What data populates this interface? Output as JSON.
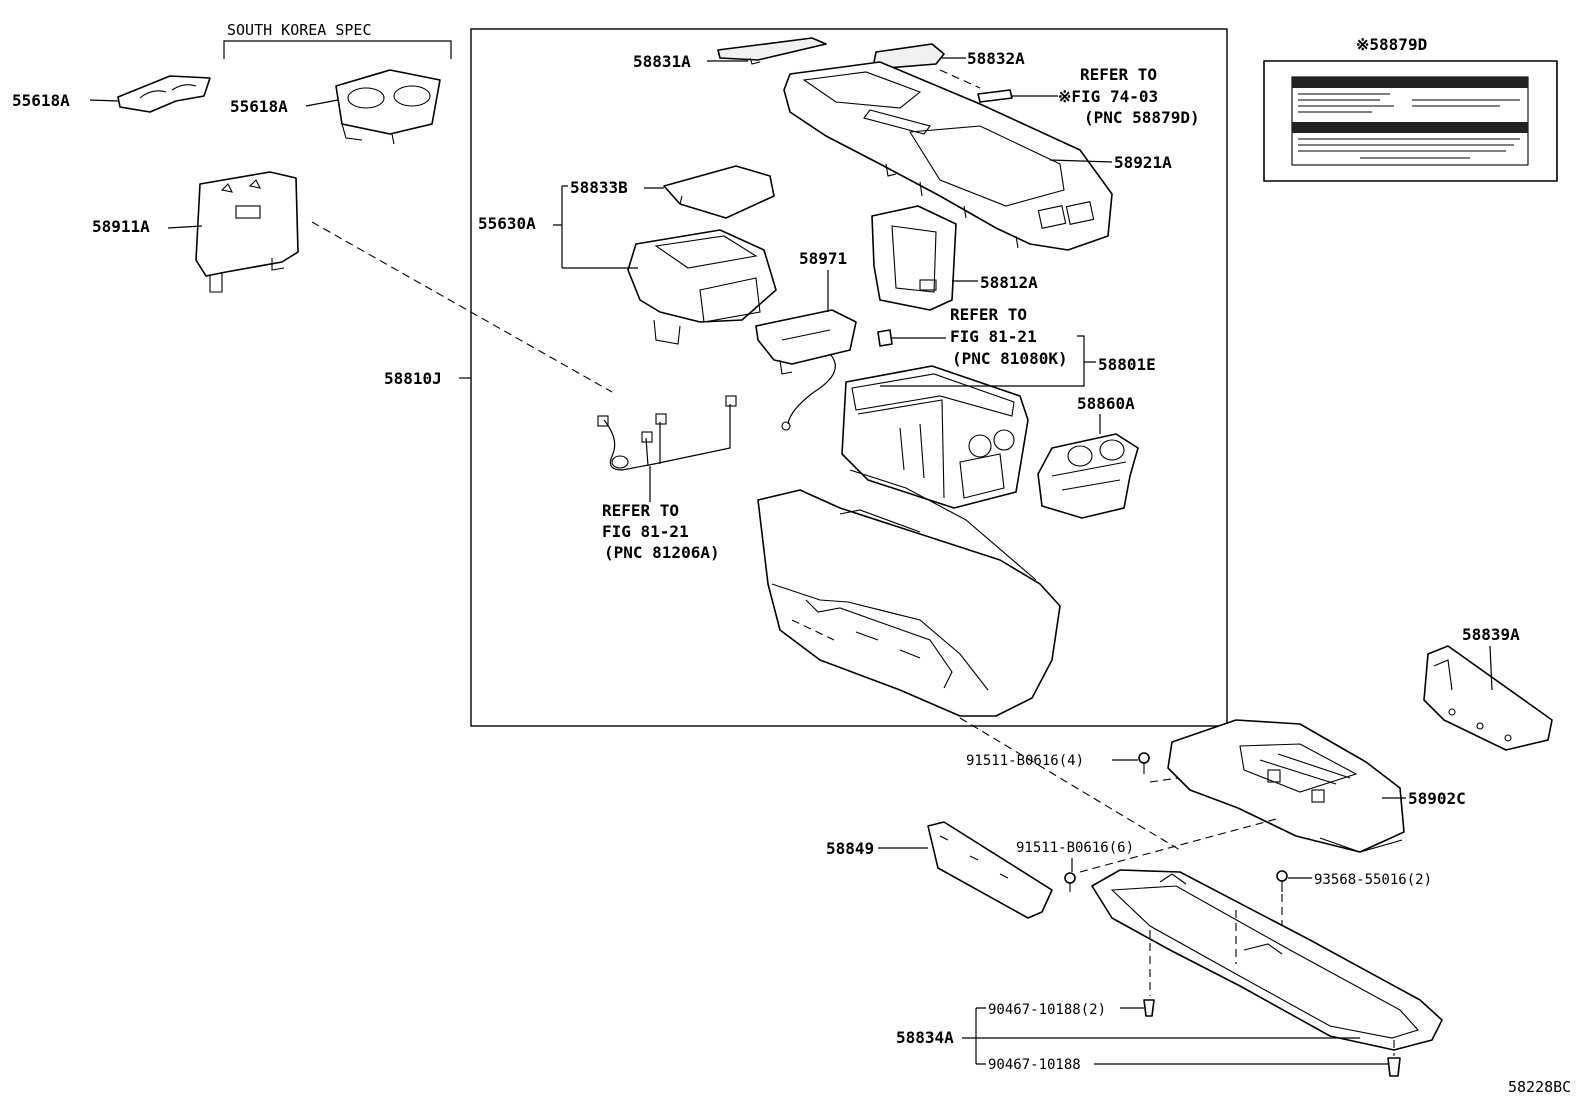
{
  "callouts": {
    "south_korea_spec": "SOUTH KOREA SPEC",
    "p55618a_left": "55618A",
    "p55618a_right": "55618A",
    "p58911a": "58911A",
    "p58810j": "58810J",
    "p58831a": "58831A",
    "p58832a": "58832A",
    "p58921a": "58921A",
    "p58833b": "58833B",
    "p55630a": "55630A",
    "p58971": "58971",
    "p58812a": "58812A",
    "p58801e": "58801E",
    "p58860a": "58860A",
    "p58879d": "※58879D",
    "p58839a": "58839A",
    "p58902c": "58902C",
    "p58849": "58849",
    "p58834a": "58834A",
    "bolt_91511_4": "91511-B0616(4)",
    "bolt_91511_6": "91511-B0616(6)",
    "screw_93568": "93568-55016(2)",
    "clip_90467_2": "90467-10188(2)",
    "clip_90467": "90467-10188",
    "figure_code": "58228BC"
  },
  "refs": {
    "fig7403": {
      "line1": "REFER TO",
      "line2": "※FIG 74-03",
      "line3": "(PNC 58879D)"
    },
    "fig8121k": {
      "line1": "REFER TO",
      "line2": "FIG 81-21",
      "line3": "(PNC 81080K)"
    },
    "fig8121a": {
      "line1": "REFER TO",
      "line2": "FIG 81-21",
      "line3": "(PNC 81206A)"
    }
  }
}
